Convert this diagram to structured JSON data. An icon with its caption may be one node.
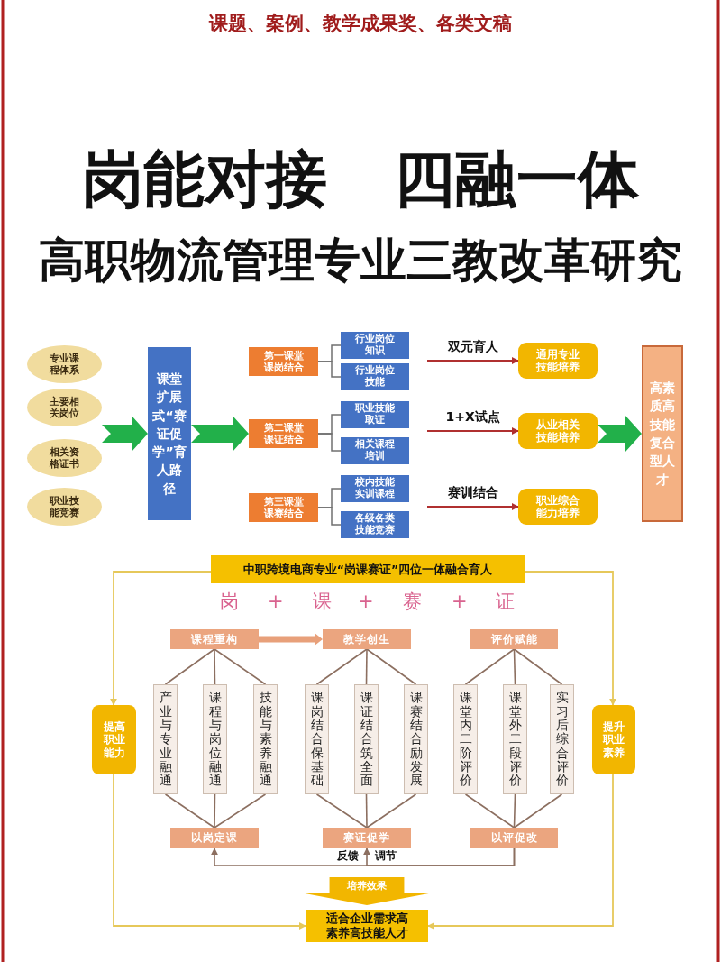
{
  "diagram": {
    "title": "岗能对接 四融一体",
    "nodes": [
      {
        "text": [
          "专业课程体系"
        ]
      },
      {
        "text": [
          "主要相关岗位"
        ]
      },
      {
        "text": [
          "相关资格证书"
        ]
      },
      {
        "text": [
          "职业技能竞赛"
        ]
      },
      {
        "text": [
          "课堂扩展式“赛证促学”育人路径"
        ]
      },
      {
        "text": [
          "第一课堂课岗结合"
        ]
      },
      {
        "text": [
          "第二课堂课证结合"
        ]
      },
      {
        "text": [
          "第三课堂课赛结合"
        ]
      },
      {
        "text": [
          "行业岗位知识"
        ]
      },
      {
        "text": [
          "行业岗位技能"
        ]
      },
      {
        "text": [
          "职业技能取证"
        ]
      },
      {
        "text": [
          "相关课程培训"
        ]
      },
      {
        "text": [
          "校内技能实训课程"
        ]
      },
      {
        "text": [
          "各级各类技能竞赛"
        ]
      },
      {
        "text": [
          "通用专业技能培养"
        ]
      },
      {
        "text": [
          "从业相关技能培养"
        ]
      },
      {
        "text": [
          "职业综合能力培养"
        ]
      },
      {
        "text": [
          "高素质高技能复合型人才"
        ]
      },
      {
        "text": [
          "中职跨境电商专业“岗课赛证”四位一体融合育人"
        ]
      },
      {
        "text": [
          "提高职业能力"
        ]
      },
      {
        "text": [
          "课程重构"
        ]
      },
      {
        "text": [
          "教学创生"
        ]
      },
      {
        "text": [
          "评价赋能"
        ]
      },
      {
        "text": [
          "产业与专业融通"
        ]
      },
      {
        "text": [
          "课程与岗位融通"
        ]
      },
      {
        "text": [
          "技能与素养融通"
        ]
      },
      {
        "text": [
          "课岗结合保基础"
        ]
      },
      {
        "text": [
          "课证结合筑全面"
        ]
      },
      {
        "text": [
          "课赛结合励发展"
        ]
      },
      {
        "text": [
          "课堂内二阶评价"
        ]
      },
      {
        "text": [
          "课堂外二段评价"
        ]
      },
      {
        "text": [
          "实习后综合评价"
        ]
      },
      {
        "text": [
          "以岗定课"
        ]
      },
      {
        "text": [
          "赛证促学"
        ]
      },
      {
        "text": [
          "以评促改"
        ]
      },
      {
        "text": [
          "提升职业素养"
        ]
      },
      {
        "text": [
          "培养效果"
        ]
      },
      {
        "text": [
          "适合企业需求高素养高技能人才"
        ]
      }
    ],
    "edges": [
      {
        "from": 0,
        "to": 4,
        "arrow": "to",
        "style": "thick",
        "color": "#22b04a"
      },
      {
        "from": 1,
        "to": 4,
        "arrow": "to",
        "style": "thick",
        "color": "#22b04a"
      },
      {
        "from": 2,
        "to": 4,
        "arrow": "to",
        "style": "thick",
        "color": "#22b04a"
      },
      {
        "from": 3,
        "to": 4,
        "arrow": "to",
        "style": "thick",
        "color": "#22b04a"
      },
      {
        "from": 4,
        "to": 5,
        "arrow": "to",
        "style": "thick",
        "color": "#22b04a"
      },
      {
        "from": 4,
        "to": 6,
        "arrow": "to",
        "style": "thick",
        "color": "#22b04a"
      },
      {
        "from": 4,
        "to": 7,
        "arrow": "to",
        "style": "thick",
        "color": "#22b04a"
      },
      {
        "from": 5,
        "to": 8,
        "arrow": "none",
        "color": "#707070"
      },
      {
        "from": 5,
        "to": 9,
        "arrow": "none",
        "color": "#707070"
      },
      {
        "from": 6,
        "to": 10,
        "arrow": "none",
        "color": "#707070"
      },
      {
        "from": 6,
        "to": 11,
        "arrow": "none",
        "color": "#707070"
      },
      {
        "from": 7,
        "to": 12,
        "arrow": "none",
        "color": "#707070"
      },
      {
        "from": 7,
        "to": 13,
        "arrow": "none",
        "color": "#707070"
      },
      {
        "from": null,
        "to": 14,
        "arrow": "to",
        "label": "双元育人",
        "color": "#b03030"
      },
      {
        "from": null,
        "to": 15,
        "arrow": "to",
        "label": "1+X试点",
        "color": "#b03030"
      },
      {
        "from": null,
        "to": 16,
        "arrow": "to",
        "label": "赛训结合",
        "color": "#b03030"
      },
      {
        "from": 14,
        "to": 17,
        "arrow": "to",
        "style": "thick",
        "color": "#22b04a"
      },
      {
        "from": 15,
        "to": 17,
        "arrow": "to",
        "style": "thick",
        "color": "#22b04a"
      },
      {
        "from": 16,
        "to": 17,
        "arrow": "to",
        "style": "thick",
        "color": "#22b04a"
      },
      {
        "from": 18,
        "to": 19,
        "arrow": "to",
        "color": "#e6c85a"
      },
      {
        "from": 19,
        "to": 37,
        "arrow": "to",
        "color": "#e6c85a"
      },
      {
        "from": 18,
        "to": 35,
        "arrow": "to",
        "color": "#e6c85a"
      },
      {
        "from": 35,
        "to": 37,
        "arrow": "to",
        "color": "#e6c85a"
      },
      {
        "from": 20,
        "to": 21,
        "arrow": "to",
        "style": "thick",
        "color": "#e8a07a"
      },
      {
        "from": 20,
        "to": 23,
        "arrow": "none"
      },
      {
        "from": 20,
        "to": 24,
        "arrow": "none"
      },
      {
        "from": 20,
        "to": 25,
        "arrow": "none"
      },
      {
        "from": 21,
        "to": 26,
        "arrow": "none"
      },
      {
        "from": 21,
        "to": 27,
        "arrow": "none"
      },
      {
        "from": 21,
        "to": 28,
        "arrow": "none"
      },
      {
        "from": 22,
        "to": 29,
        "arrow": "none"
      },
      {
        "from": 22,
        "to": 30,
        "arrow": "none"
      },
      {
        "from": 22,
        "to": 31,
        "arrow": "none"
      },
      {
        "from": 23,
        "to": 32,
        "arrow": "none"
      },
      {
        "from": 24,
        "to": 32,
        "arrow": "none"
      },
      {
        "from": 25,
        "to": 32,
        "arrow": "none"
      },
      {
        "from": 26,
        "to": 33,
        "arrow": "none"
      },
      {
        "from": 27,
        "to": 33,
        "arrow": "none"
      },
      {
        "from": 28,
        "to": 33,
        "arrow": "none"
      },
      {
        "from": 29,
        "to": 34,
        "arrow": "none"
      },
      {
        "from": 30,
        "to": 34,
        "arrow": "none"
      },
      {
        "from": 31,
        "to": 34,
        "arrow": "none"
      },
      {
        "from": 34,
        "to": 32,
        "arrow": "to"
      },
      {
        "from": 34,
        "to": 33,
        "arrow": "to"
      }
    ],
    "labels": [
      "课题、案例、教学成果奖、各类文稿",
      "高职物流管理专业三教改革研究",
      "岗",
      "+",
      "课",
      "+",
      "赛",
      "+",
      "证",
      "反馈",
      "调节"
    ]
  }
}
